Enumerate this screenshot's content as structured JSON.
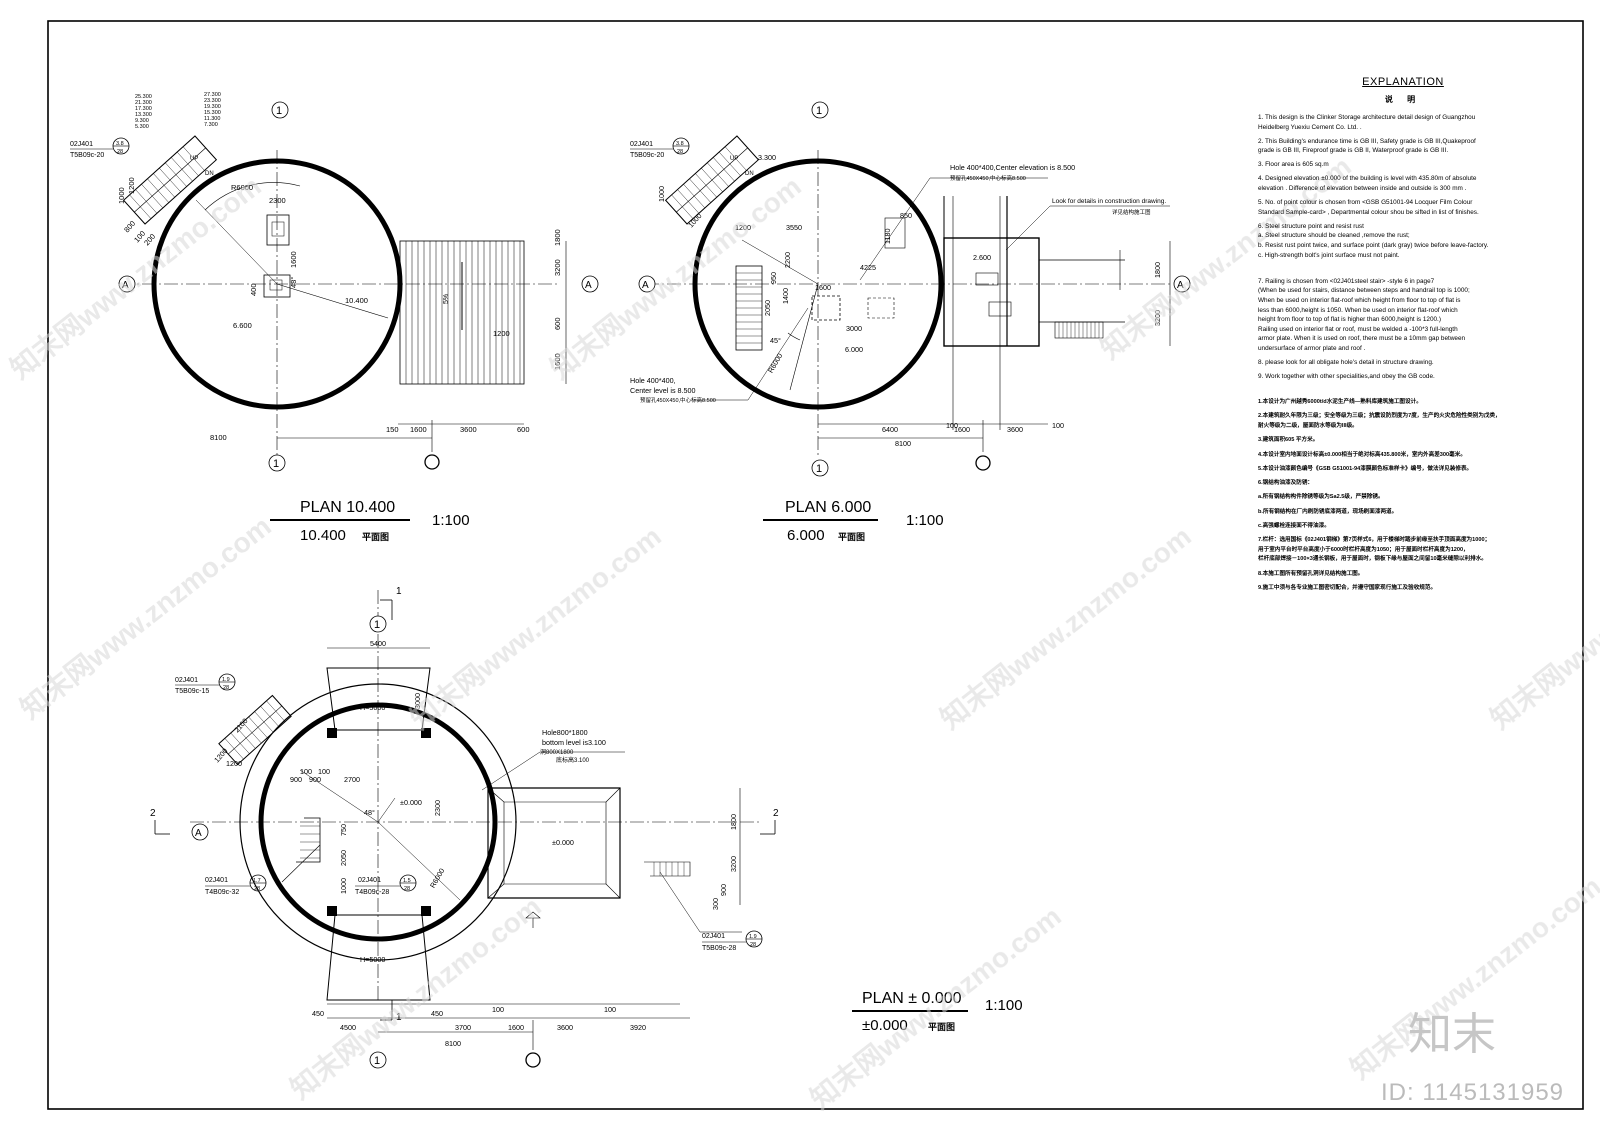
{
  "plans": {
    "p1": {
      "title": "PLAN   10.400",
      "subtitle": "10.400",
      "subtitle_cn": "平面图",
      "scale": "1:100"
    },
    "p2": {
      "title": "PLAN   6.000",
      "subtitle": "6.000",
      "subtitle_cn": "平面图",
      "scale": "1:100"
    },
    "p3": {
      "title": "PLAN ± 0.000",
      "subtitle": "±0.000",
      "subtitle_cn": "平面图",
      "scale": "1:100"
    }
  },
  "grid": {
    "one": "1",
    "a": "A",
    "section1": "1",
    "section2": "2"
  },
  "plan1": {
    "dims": [
      "8100",
      "150",
      "1600",
      "3600",
      "600",
      "1800",
      "3200",
      "600",
      "1600",
      "2300",
      "1600",
      "400",
      "48°",
      "R6000",
      "10.400",
      "6.600",
      "1200",
      "1000",
      "800",
      "100",
      "200",
      "1200"
    ],
    "elevs": [
      "25.300",
      "21.300",
      "17.300",
      "13.300",
      "9.300",
      "5.300",
      "27.300",
      "23.300",
      "19.300",
      "15.300",
      "11.300",
      "7.300"
    ],
    "up": "UP",
    "dn": "DN",
    "ref_code": "02J401",
    "ref_sheet": "T5B09c-20",
    "ref_num": "3.8",
    "ref_den": "28"
  },
  "plan2": {
    "hole_note": "Hole 400*400,Center elevation is 8.500",
    "hole_note_cn": "预留孔450X450,中心标高8.500",
    "hole2_l1": "Hole 400*400,",
    "hole2_l2": "Center level is 8.500",
    "hole2_cn": "预留孔450X450,中心标高8.500",
    "detail_note": "Look for details in  construction drawing.",
    "detail_note_cn": "详见结构施工图",
    "dims": [
      "3550",
      "4225",
      "1200",
      "950",
      "2050",
      "1400",
      "1600",
      "2200",
      "850",
      "1180",
      "3000",
      "45°",
      "R6000",
      "6.000",
      "2.600",
      "6400",
      "100",
      "1600",
      "3600",
      "100",
      "8100",
      "1800",
      "3200",
      "100",
      "1000"
    ],
    "elev": "3.300",
    "up": "UP",
    "dn": "DN",
    "ref_code": "02J401",
    "ref_sheet": "T5B09c-20",
    "ref_num": "3.8",
    "ref_den": "28"
  },
  "plan3": {
    "dims": [
      "5400",
      "3000",
      "H=5000",
      "H=5000",
      "2700",
      "2300",
      "750",
      "2050",
      "1000",
      "±0.000",
      "±0.000",
      "48°",
      "R6000",
      "2100",
      "1200",
      "1200",
      "900",
      "900",
      "100",
      "100",
      "1800",
      "3200",
      "900",
      "300",
      "450",
      "450",
      "4500",
      "3700",
      "1600",
      "3600",
      "3920",
      "100",
      "100",
      "8100"
    ],
    "hole_l1": "Hole800*1800",
    "hole_l2": "bottom level is3.100",
    "hole_l3": "洞800X1800",
    "hole_l4": "底标高3.100",
    "refs": [
      {
        "code": "02J401",
        "sheet": "T5B09c-15",
        "num": "1.9",
        "den": "28"
      },
      {
        "code": "02J401",
        "sheet": "T4B09c-32",
        "num": "1.7",
        "den": "28"
      },
      {
        "code": "02J401",
        "sheet": "T4B09c-28",
        "num": "1.5",
        "den": "28"
      },
      {
        "code": "02J401",
        "sheet": "T5B09c-28",
        "num": "1.9",
        "den": "28"
      }
    ]
  },
  "explanation": {
    "title": "EXPLANATION",
    "subtitle": "说  明",
    "items_en": [
      "1. This design is the Clinker  Storage architecture detail design of Guangzhou\n    Heidelberg Yuexiu Cement Co. Ltd. .",
      "2.  This Building's endurance time is GB III, Safety grade is GB III,Quakeproof\n    grade is GB III, Fireproof grade is GB II, Waterproof  grade is GB III.",
      "3. Floor area is 605 sq.m",
      "4. Designed elevation ±0.000 of the building is level with 435.80m of absolute\n    elevation .  Difference of elevation between inside and outside is 300 mm .",
      "5. No. of point colour is chosen from <GSB G51001-94 Locquer Film Colour\n    Standard Sample-card> , Departmental colour shou be sifted  in list of finishes.",
      "6. Steel structure point and resist rust\n   a. Steel structure should be cleaned ,remove the rust;\n   b. Resist rust point twice, and surface point (dark gray)  twice before leave-factory.\n   c. High-strength bolt's joint surface must not paint.",
      "7. Railing is chosen from <02J401steel stair> -style 6 in page7\n   (When be used for stairs, distance between steps and handrail top is 1000;\n   When be used on interior flat-roof which height from floor to top of flat is\n   less than 6000,height is 1050. When be used on interior flat-roof which\n   height from floor to top of flat is higher  than 6000,height is 1200.)\n   Railing used on interior flat or roof, must be welded a -100*3 full-length\n   armor plate. When it is used on roof, there must be a 10mm gap between\n   undersurface of armor plate and roof .",
      "8. please look for all obligate hole's detail in structure drawing.",
      "9. Work together with other specialities,and obey the GB code."
    ],
    "items_cn": [
      "1.本设计为广州越秀6000t/d水泥生产线—熟料库建筑施工图设计。",
      "2.本建筑耐久年限为三级；安全等级为三级；抗震设防烈度为7度，生产的火灾危险性类别为戊类，\n   耐火等级为二级，屋面防水等级为III级。",
      "3.建筑面积605  平方米。",
      "4.本设计室内地面设计标高±0.000相当于绝对标高435.800米，室内外高差300毫米。",
      "5.本设计油漆颜色编号《GSB G51001-94漆膜颜色标准样卡》编号，做法详见装修表。",
      "6.钢结构油漆及防锈：",
      "   a.所有钢结构构件除锈等级为Sa2.5级，严禁除锈。",
      "   b.所有钢结构在厂内刷防锈底漆两道，现场刷面漆两道。",
      "   c.高强螺栓连接面不得油漆。",
      "7.栏杆：选用国标《02J401钢梯》第7页样式6，用于楼梯时踏步前缘至扶手顶面高度为1000；\n   用于室内平台时平台高度小于6000时栏杆高度为1050；用于屋面时栏杆高度为1200，\n   栏杆底部焊接－100×3通长钢板，用于屋面时，钢板下缘与屋面之间留10毫米缝隙以利排水。",
      "8.本施工图所有预留孔洞详见结构施工图。",
      "9.施工中须与各专业施工图密切配合，并遵守国家现行施工及验收规范。"
    ]
  },
  "watermark": {
    "site": "知末网www.znzmo.com",
    "brand": "知末",
    "id": "ID: 1145131959"
  }
}
